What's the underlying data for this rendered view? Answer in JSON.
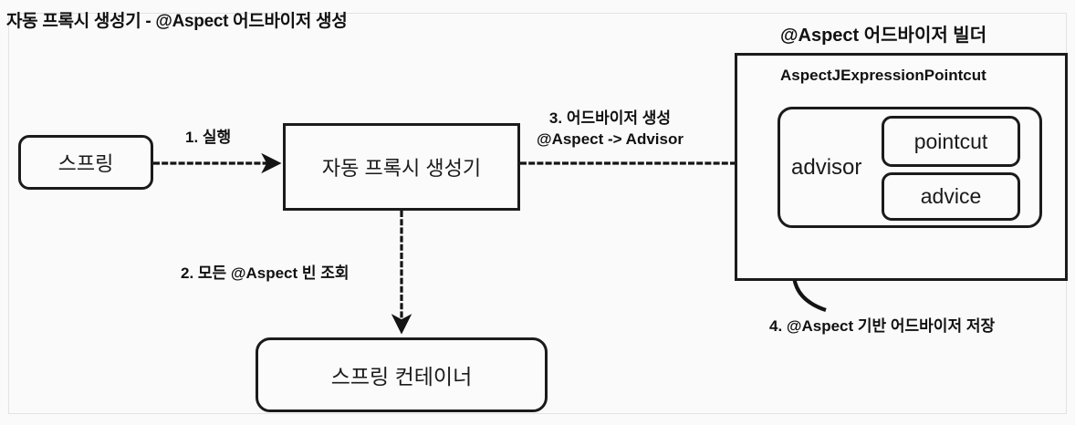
{
  "diagram": {
    "title": "자동 프록시 생성기 - @Aspect 어드바이저 생성",
    "builder_title": "@Aspect 어드바이저 빌더",
    "nodes": {
      "spring": "스프링",
      "auto_proxy_creator": "자동 프록시 생성기",
      "spring_container": "스프링 컨테이너",
      "pointcut_class": "AspectJExpressionPointcut",
      "advisor": "advisor",
      "pointcut": "pointcut",
      "advice": "advice"
    },
    "edges": {
      "step1": "1. 실행",
      "step2": "2. 모든 @Aspect 빈 조회",
      "step3_line1": "3. 어드바이저 생성",
      "step3_line2": "@Aspect -> Advisor",
      "step4": "4. @Aspect 기반 어드바이저 저장"
    },
    "colors": {
      "stroke": "#1b1b1b",
      "background": "#fafafa",
      "box_fill": "#fbfbfb",
      "frame": "#e3e3e3",
      "text": "#111111"
    }
  }
}
